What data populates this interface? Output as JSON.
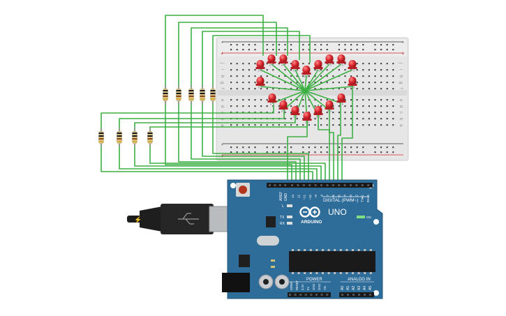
{
  "arduino": {
    "brand": "ARDUINO",
    "model": "UNO",
    "digital_header_label": "DIGITAL (PWM~)",
    "power_label": "POWER",
    "analog_label": "ANALOG IN",
    "led_l": "L",
    "led_tx": "TX",
    "led_rx": "RX",
    "on_label": "ON",
    "aref": "AREF",
    "gnd": "GND",
    "pins_top": [
      "13",
      "12",
      "~11",
      "~10",
      "~9",
      "8",
      "7",
      "~6",
      "~5",
      "4",
      "~3",
      "2",
      "TX▸1",
      "RX◂0"
    ],
    "pins_power": [
      "IOREF",
      "RESET",
      "3.3V",
      "5V",
      "GND",
      "GND",
      "Vin"
    ],
    "pins_analog": [
      "A0",
      "A1",
      "A2",
      "A3",
      "A4",
      "A5"
    ]
  },
  "breadboard": {
    "plus": "+",
    "minus": "-",
    "row_letters_top": [
      "j",
      "i",
      "h",
      "g",
      "f"
    ],
    "row_letters_bottom": [
      "e",
      "d",
      "c",
      "b",
      "a"
    ]
  },
  "colors": {
    "wire": "#3cb043",
    "board": "#2f6f9e",
    "led": "#d0262d",
    "breadboard": "#e8e8e8"
  }
}
